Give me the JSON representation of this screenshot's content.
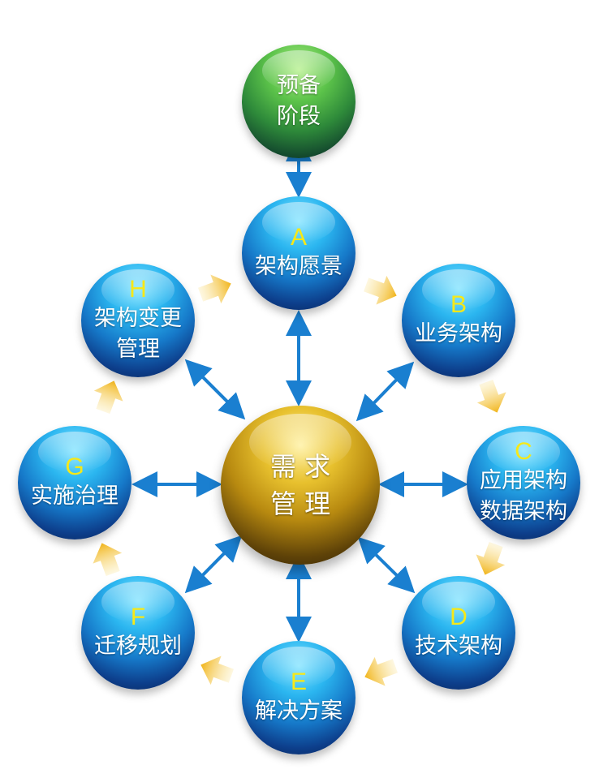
{
  "diagram": {
    "prep": {
      "label": "预备\n阶段"
    },
    "center": {
      "label": "需 求\n管 理"
    },
    "phases": [
      {
        "id": "a",
        "letter": "A",
        "label": "架构愿景"
      },
      {
        "id": "b",
        "letter": "B",
        "label": "业务架构"
      },
      {
        "id": "c",
        "letter": "C",
        "label": "应用架构\n数据架构"
      },
      {
        "id": "d",
        "letter": "D",
        "label": "技术架构"
      },
      {
        "id": "e",
        "letter": "E",
        "label": "解决方案"
      },
      {
        "id": "f",
        "letter": "F",
        "label": "迁移规划"
      },
      {
        "id": "g",
        "letter": "G",
        "label": "实施治理"
      },
      {
        "id": "h",
        "letter": "H",
        "label": "架构变更\n管理"
      }
    ]
  },
  "colors": {
    "blue_arrow": "#1a7fd0",
    "gold_arrow": "#f1b419",
    "letter": "#f7e817"
  }
}
